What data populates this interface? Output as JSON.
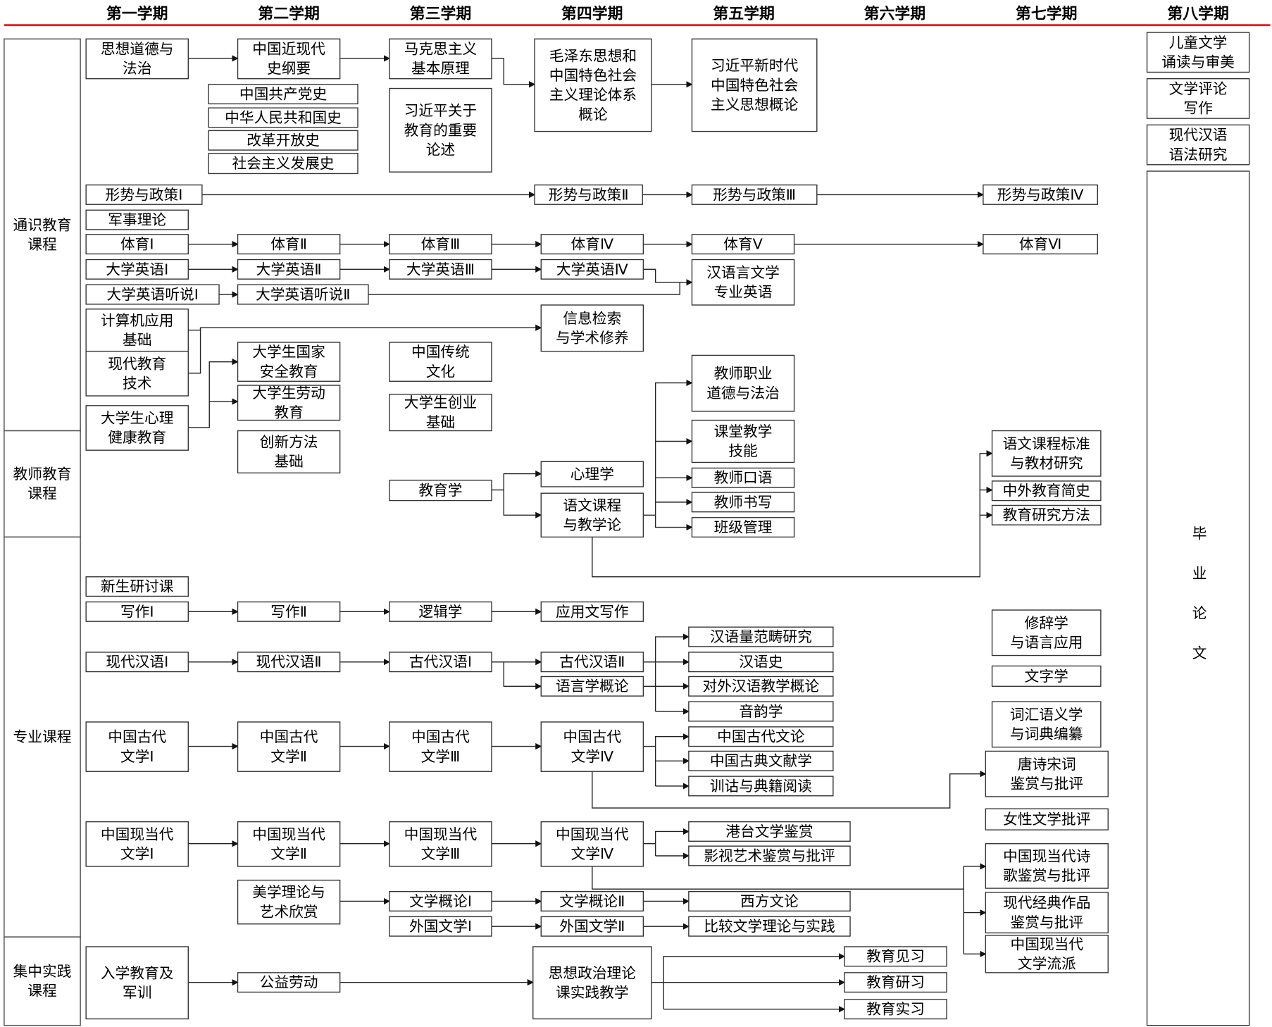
{
  "colors": {
    "header_rule": "#e02020",
    "box_border": "#333333"
  },
  "semesters": [
    "第一学期",
    "第二学期",
    "第三学期",
    "第四学期",
    "第五学期",
    "第六学期",
    "第七学期",
    "第八学期"
  ],
  "categories": {
    "general": "通识教育\n课程",
    "teacher": "教师教育\n课程",
    "major": "专业课程",
    "practice": "集中实践\n课程"
  },
  "thesis": "毕业论文",
  "courses": {
    "sxdd": "思想道德与\n法治",
    "jxds": "中国近现代\n史纲要",
    "mkzy": "马克思主义\n基本原理",
    "mzd": "毛泽东思想和\n中国特色社会\n主义理论体系\n概论",
    "xjpxsd": "习近平新时代\n中国特色社会\n主义思想概论",
    "dangshi": "中国共产党史",
    "guoshi": "中华人民共和国史",
    "gaige": "改革开放史",
    "shzy": "社会主义发展史",
    "xjpjy": "习近平关于\n教育的重要\n论述",
    "etwx": "儿童文学\n诵读与审美",
    "wxpl": "文学评论\n写作",
    "xdhyyf": "现代汉语\n语法研究",
    "xs1": "形势与政策Ⅰ",
    "xs2": "形势与政策Ⅱ",
    "xs3": "形势与政策Ⅲ",
    "xs4": "形势与政策Ⅳ",
    "junshi": "军事理论",
    "ty1": "体育Ⅰ",
    "ty2": "体育Ⅱ",
    "ty3": "体育Ⅲ",
    "ty4": "体育Ⅳ",
    "ty5": "体育Ⅴ",
    "ty6": "体育Ⅵ",
    "yy1": "大学英语Ⅰ",
    "yy2": "大学英语Ⅱ",
    "yy3": "大学英语Ⅲ",
    "yy4": "大学英语Ⅳ",
    "zyyy": "汉语言文学\n专业英语",
    "ts1": "大学英语听说Ⅰ",
    "ts2": "大学英语听说Ⅱ",
    "jsj": "计算机应用\n基础",
    "xdjy": "现代教育\n技术",
    "xxjs": "信息检索\n与学术修养",
    "aqjy": "大学生国家\n安全教育",
    "ldjy": "大学生劳动\n教育",
    "cxff": "创新方法\n基础",
    "ctwh": "中国传统\n文化",
    "cyjc": "大学生创业\n基础",
    "xljk": "大学生心理\n健康教育",
    "jszy": "教师职业\n道德与法治",
    "kyjn": "课堂教学\n技能",
    "jsky": "教师口语",
    "jssx": "教师书写",
    "bjgl": "班级管理",
    "xlx": "心理学",
    "ywkc": "语文课程\n与教学论",
    "jyx": "教育学",
    "ywbz": "语文课程标准\n与教材研究",
    "zwjy": "中外教育简史",
    "jyyj": "教育研究方法",
    "xsyt": "新生研讨课",
    "xz1": "写作Ⅰ",
    "xz2": "写作Ⅱ",
    "ljx": "逻辑学",
    "yywxz": "应用文写作",
    "xcx": "修辞学\n与语言应用",
    "wzx": "文字学",
    "chyy": "词汇语义学\n与词典编纂",
    "tssc": "唐诗宋词\n鉴赏与批评",
    "nxwx": "女性文学批评",
    "xdsg": "中国现当代诗\n歌鉴赏与批评",
    "xdjd": "现代经典作品\n鉴赏与批评",
    "xdlp": "中国现当代\n文学流派",
    "xh1": "现代汉语Ⅰ",
    "xh2": "现代汉语Ⅱ",
    "gh1": "古代汉语Ⅰ",
    "gh2": "古代汉语Ⅱ",
    "yyxgl": "语言学概论",
    "hylfc": "汉语量范畴研究",
    "hys": "汉语史",
    "dwhy": "对外汉语教学概论",
    "yyx": "音韵学",
    "gdwl": "中国古代文论",
    "gdwx": "中国古典文献学",
    "xgdj": "训诂与典籍阅读",
    "gw1": "中国古代\n文学Ⅰ",
    "gw2": "中国古代\n文学Ⅱ",
    "gw3": "中国古代\n文学Ⅲ",
    "gw4": "中国古代\n文学Ⅳ",
    "xw1": "中国现当代\n文学Ⅰ",
    "xw2": "中国现当代\n文学Ⅱ",
    "xw3": "中国现当代\n文学Ⅲ",
    "xw4": "中国现当代\n文学Ⅳ",
    "gtwx": "港台文学鉴赏",
    "ysys": "影视艺术鉴赏与批评",
    "mxll": "美学理论与\n艺术欣赏",
    "wg1": "文学概论Ⅰ",
    "wg2": "文学概论Ⅱ",
    "ww1": "外国文学Ⅰ",
    "ww2": "外国文学Ⅱ",
    "xfwl": "西方文论",
    "bjwx": "比较文学理论与实践",
    "rxjy": "入学教育及\n军训",
    "gyld": "公益劳动",
    "szsj": "思想政治理论\n课实践教学",
    "jyjx": "教育见习",
    "jyyx": "教育研习",
    "jysx": "教育实习"
  }
}
